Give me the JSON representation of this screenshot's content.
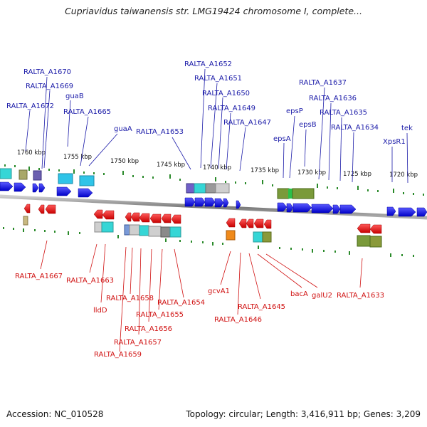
{
  "title": "Cupriavidus taiwanensis str. LMG19424 chromosome I, complete...",
  "footer": {
    "accession": "Accession: NC_010528",
    "stats": "Topology: circular; Length: 3,416,911 bp; Genes: 3,209"
  },
  "scale_ticks": [
    "1760 kbp",
    "1755 kbp",
    "1750 kbp",
    "1745 kbp",
    "1740 kbp",
    "1735 kbp",
    "1730 kbp",
    "1725 kbp",
    "1720 kbp"
  ],
  "top_labels": [
    "RALTA_A1670",
    "RALTA_A1669",
    "RALTA_A1672",
    "guaB",
    "RALTA_A1665",
    "guaA",
    "RALTA_A1653",
    "RALTA_A1652",
    "RALTA_A1651",
    "RALTA_A1650",
    "RALTA_A1649",
    "RALTA_A1647",
    "epsP",
    "epsA",
    "epsB",
    "RALTA_A1637",
    "RALTA_A1636",
    "RALTA_A1635",
    "RALTA_A1634",
    "XpsR1",
    "tek"
  ],
  "bottom_labels": [
    "RALTA_A1667",
    "RALTA_A1663",
    "lldD",
    "RALTA_A1658",
    "RALTA_A1655",
    "RALTA_A1656",
    "RALTA_A1657",
    "RALTA_A1659",
    "RALTA_A1654",
    "gcvA1",
    "RALTA_A1646",
    "RALTA_A1645",
    "bacA",
    "galU2",
    "RALTA_A1633"
  ],
  "colors": {
    "forward_label": "#1a1aa8",
    "reverse_label": "#d01010",
    "forward_arrow": "#1010e0",
    "reverse_arrow": "#e01010",
    "backbone": "#808080",
    "tick": "#2a8a2a"
  }
}
